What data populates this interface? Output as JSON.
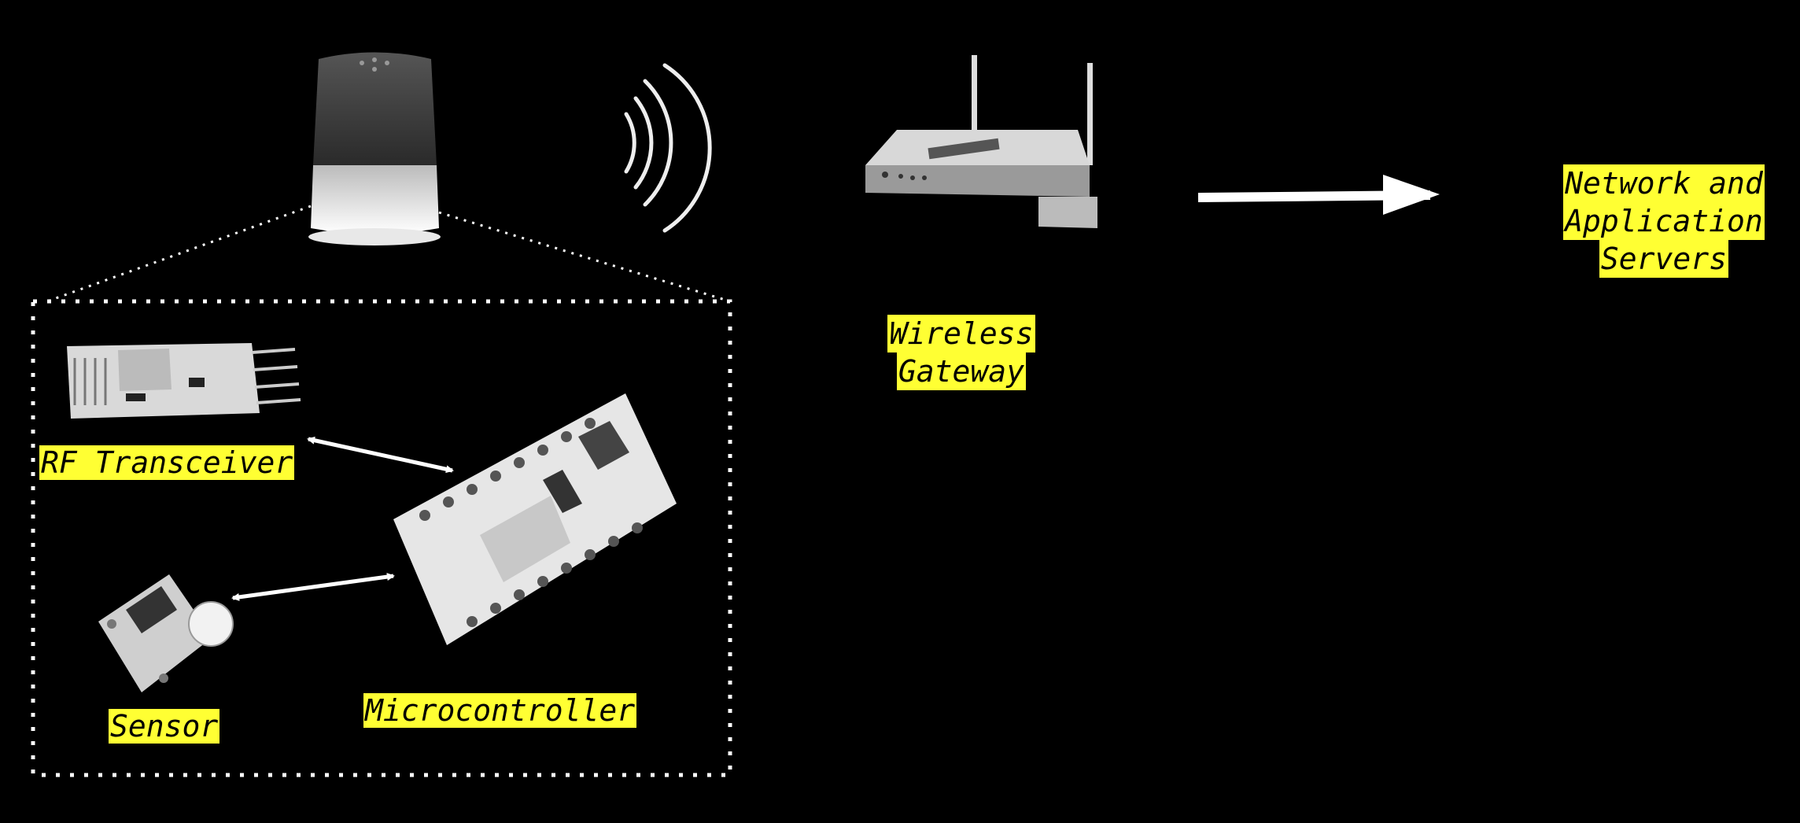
{
  "colors": {
    "background": "#000000",
    "label_bg": "#ffff33",
    "label_text": "#000000",
    "lines": "#ffffff"
  },
  "nodes": {
    "rf_transceiver": {
      "label": "RF Transceiver",
      "icon": "rf-module-icon"
    },
    "sensor": {
      "label": "Sensor",
      "icon": "sensor-module-icon"
    },
    "microcontroller": {
      "label": "Microcontroller",
      "icon": "microcontroller-board-icon"
    },
    "wireless_gateway": {
      "label_lines": [
        "Wireless",
        "Gateway"
      ],
      "icon": "router-icon"
    },
    "servers": {
      "label_lines": [
        "Network and",
        "Application",
        "Servers"
      ]
    },
    "smart_speaker": {
      "icon": "smart-speaker-icon"
    },
    "signal": {
      "icon": "wireless-signal-icon"
    }
  }
}
